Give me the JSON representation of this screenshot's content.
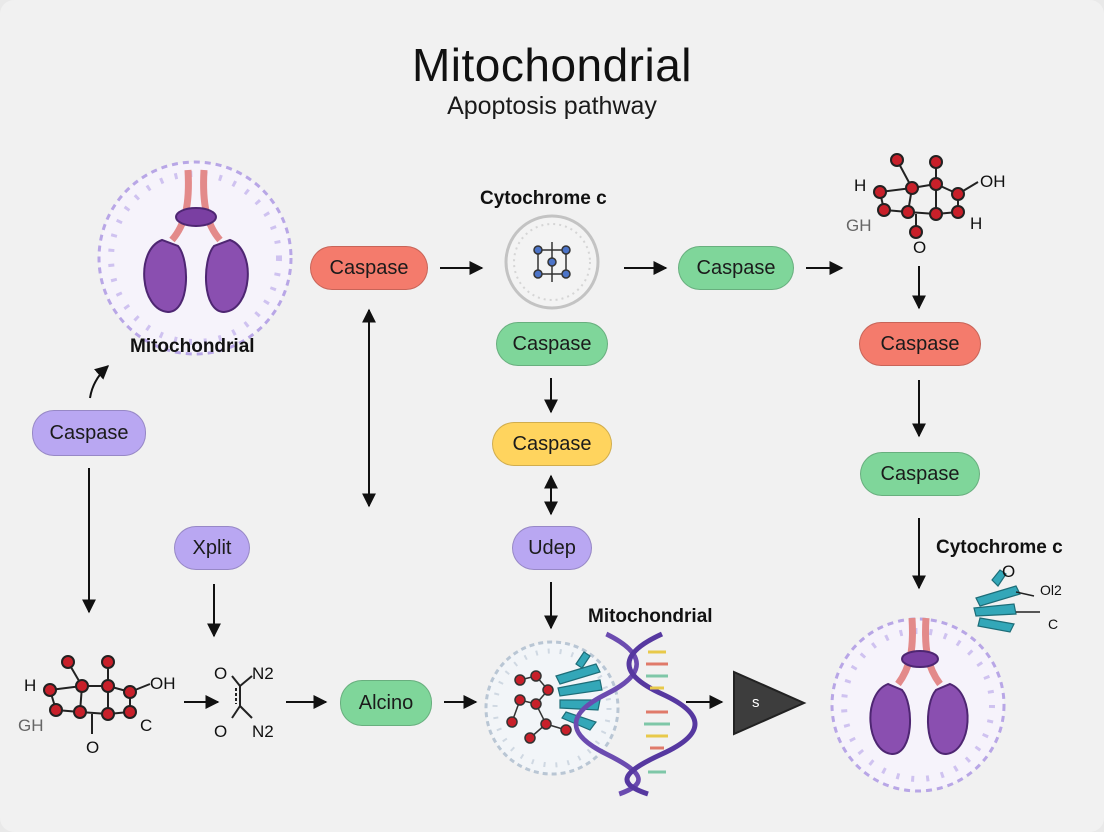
{
  "header": {
    "title": "Mitochondrial",
    "subtitle": "Apoptosis pathway"
  },
  "labels": {
    "mito_top": "Mitochondrial",
    "cytochrome_top": "Cytochrome c",
    "mito_bottom": "Mitochondrial",
    "cytochrome_right": "Cytochrome c"
  },
  "nodes": {
    "caspase_red_top": "Caspase",
    "caspase_green_top_right": "Caspase",
    "caspase_green_mid": "Caspase",
    "caspase_yellow": "Caspase",
    "udep": "Udep",
    "caspase_purple_left": "Caspase",
    "xplit": "Xplit",
    "alcino": "Alcino",
    "caspase_red_right": "Caspase",
    "caspase_green_right": "Caspase",
    "triangle": "s"
  },
  "chem_top_right": {
    "ho_left": "H",
    "oh_right": "OH",
    "gh": "GH",
    "h_right": "H",
    "o_bottom": "O"
  },
  "chem_bottom_left": {
    "h_left": "H",
    "oh": "OH",
    "gh": "GH",
    "c": "C",
    "o": "O"
  },
  "chem_n2": {
    "o_top": "O",
    "n2_top": "N2",
    "o_bot": "O",
    "n2_bot": "N2"
  },
  "chem_protein_right": {
    "o": "O",
    "ol2": "Ol2",
    "c": "C"
  },
  "colors": {
    "red": "#f47b6c",
    "green": "#7fd69a",
    "purple": "#b9a7f2",
    "yellow": "#ffd45e",
    "mito_purple": "#8a4fb0",
    "strand_pink": "#e38a8a",
    "atom_red": "#c8202a",
    "protein_teal": "#33a7b8"
  }
}
